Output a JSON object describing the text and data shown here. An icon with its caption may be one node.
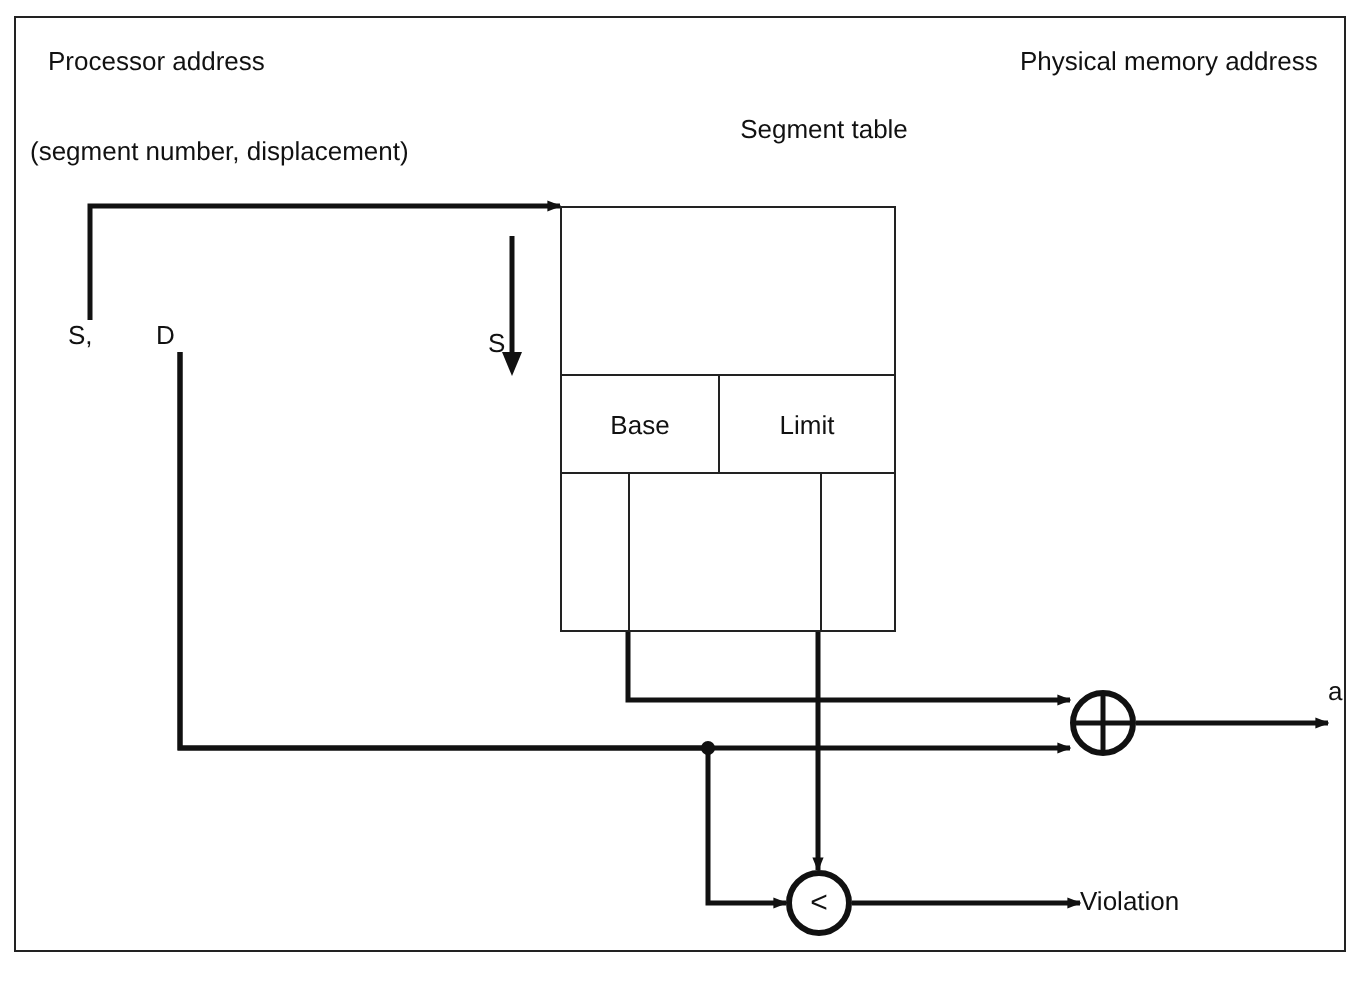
{
  "diagram": {
    "nodes": [
      {
        "text": [
          "S,"
        ]
      },
      {
        "text": [
          "D"
        ]
      },
      {
        "text": [
          "Segment table"
        ]
      },
      {
        "text": [
          "Base"
        ],
        "in": 2
      },
      {
        "text": [
          "Limit"
        ],
        "in": 2
      },
      {
        "text": [],
        "shape": "circle"
      },
      {
        "text": [
          "<"
        ]
      },
      {
        "text": [
          "a"
        ]
      },
      {
        "text": [
          "Violation"
        ]
      }
    ],
    "edges": [
      {
        "from": 0,
        "to": 2,
        "arrow": "to"
      },
      {
        "from": 3,
        "to": 5,
        "arrow": "to"
      },
      {
        "from": 1,
        "to": 5,
        "arrow": "to"
      },
      {
        "from": 4,
        "to": 6,
        "arrow": "to"
      },
      {
        "from": 1,
        "to": 6,
        "arrow": "to"
      },
      {
        "from": 5,
        "to": 7,
        "arrow": "to"
      },
      {
        "from": 6,
        "to": 8,
        "arrow": "to"
      }
    ],
    "labels": [
      "Processor address",
      "Physical memory address",
      "(segment number, displacement)",
      "S"
    ]
  }
}
